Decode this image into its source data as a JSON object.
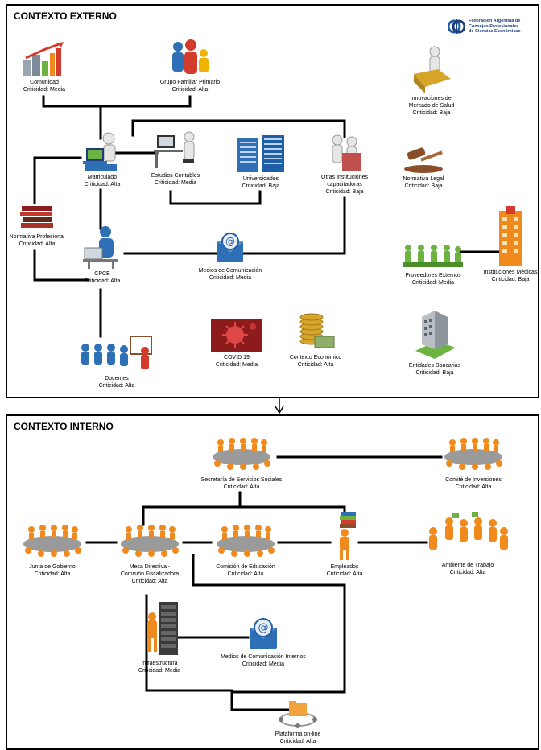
{
  "external": {
    "title": "CONTEXTO EXTERNO",
    "logo": {
      "text": "Federación Argentina de\nConsejos Profesionales\nde Ciencias Económicas",
      "color": "#1f5fa8"
    },
    "nodes": [
      {
        "id": "comunidad",
        "label": "Comunidad",
        "crit": "Criticidad:  Media",
        "icon": "city-growth-icon"
      },
      {
        "id": "grupo",
        "label": "Grupo Familiar  Primario",
        "crit": "Criticidad: Alta",
        "icon": "family-icon"
      },
      {
        "id": "innovaciones",
        "label": "Innovaciones del\nMercado de Salud",
        "crit": "Criticidad: Baja",
        "icon": "puzzle-person-icon"
      },
      {
        "id": "matriculado",
        "label": "Matriculado",
        "crit": "Criticidad: Alta",
        "icon": "laptop-person-icon"
      },
      {
        "id": "estudios",
        "label": "Estudios Contables",
        "crit": "Criticidad: Media",
        "icon": "desk-person-icon"
      },
      {
        "id": "universidades",
        "label": "Universidades",
        "crit": "Criticidad: Baja",
        "icon": "buildings-icon"
      },
      {
        "id": "otras",
        "label": "Otras Instituciones\ncapacitadoras",
        "crit": "Criticidad: Baja",
        "icon": "meeting-people-icon"
      },
      {
        "id": "normativa_legal",
        "label": "Normativa  Legal",
        "crit": "Criticidad: Baja",
        "icon": "gavel-icon"
      },
      {
        "id": "normativa_prof",
        "label": "Normativa  Profesional",
        "crit": "Criticidad: Alta",
        "icon": "books-icon"
      },
      {
        "id": "cpce",
        "label": "CPCE",
        "crit": "Criticidad: Alta",
        "icon": "office-person-icon"
      },
      {
        "id": "medios",
        "label": "Medios de Comunicación",
        "crit": "Criticidad: Media",
        "icon": "email-icon"
      },
      {
        "id": "proveedores",
        "label": "Proveedores  Externos",
        "crit": "Criticidad: Media",
        "icon": "puzzle-team-icon"
      },
      {
        "id": "instituciones",
        "label": "Instituciones  Médicas",
        "crit": "Criticidad: Baja",
        "icon": "hospital-icon"
      },
      {
        "id": "docentes",
        "label": "Docentes",
        "crit": "Criticidad: Alta",
        "icon": "teacher-icon"
      },
      {
        "id": "covid",
        "label": "COVID 19",
        "crit": "Criticidad: Media",
        "icon": "virus-icon"
      },
      {
        "id": "economico",
        "label": "Contexto Económico",
        "crit": "Criticidad: Alta",
        "icon": "coins-icon"
      },
      {
        "id": "bancarias",
        "label": "Entidades Bancarias",
        "crit": "Criticidad: Baja",
        "icon": "bank-building-icon"
      }
    ]
  },
  "internal": {
    "title": "CONTEXTO INTERNO",
    "nodes": [
      {
        "id": "secretaria",
        "label": "Secretaría  de Servicios Sociales",
        "crit": "Criticidad: Alta",
        "icon": "boardroom-icon"
      },
      {
        "id": "comite",
        "label": "Comité de Inversiones",
        "crit": "Criticidad: Alta",
        "icon": "boardroom-icon"
      },
      {
        "id": "junta",
        "label": "Junta de Gobierno",
        "crit": "Criticidad: Alta",
        "icon": "boardroom-icon"
      },
      {
        "id": "mesa",
        "label": "Mesa Directiva -\nComisión Fiscalizadora",
        "crit": "Criticidad: Alta",
        "icon": "boardroom-icon"
      },
      {
        "id": "educacion",
        "label": "Comisión de Educación",
        "crit": "Criticidad: Alta",
        "icon": "boardroom-icon"
      },
      {
        "id": "empleados",
        "label": "Empleados",
        "crit": "Criticidad: Alta",
        "icon": "worker-books-icon"
      },
      {
        "id": "ambiente",
        "label": "Ambiente  de Trabajo",
        "crit": "Criticidad: Alta",
        "icon": "team-icon"
      },
      {
        "id": "infra",
        "label": "Infraestructura",
        "crit": "Criticidad: Media",
        "icon": "server-rack-icon"
      },
      {
        "id": "medios_int",
        "label": "Medios de Comunicación  Internos",
        "crit": "Criticidad: Media",
        "icon": "email-icon"
      },
      {
        "id": "plataforma",
        "label": "Plataforma  on-line",
        "crit": "Criticidad: Alta",
        "icon": "network-folder-icon"
      }
    ]
  },
  "colors": {
    "orange": "#f08a1c",
    "grey": "#8c8c8c",
    "blue": "#2f6fb5",
    "darkblue": "#1f3f7a",
    "red": "#d33b2c",
    "green": "#6cb33f",
    "gold": "#d6a52a",
    "brown": "#8a4f2a"
  }
}
